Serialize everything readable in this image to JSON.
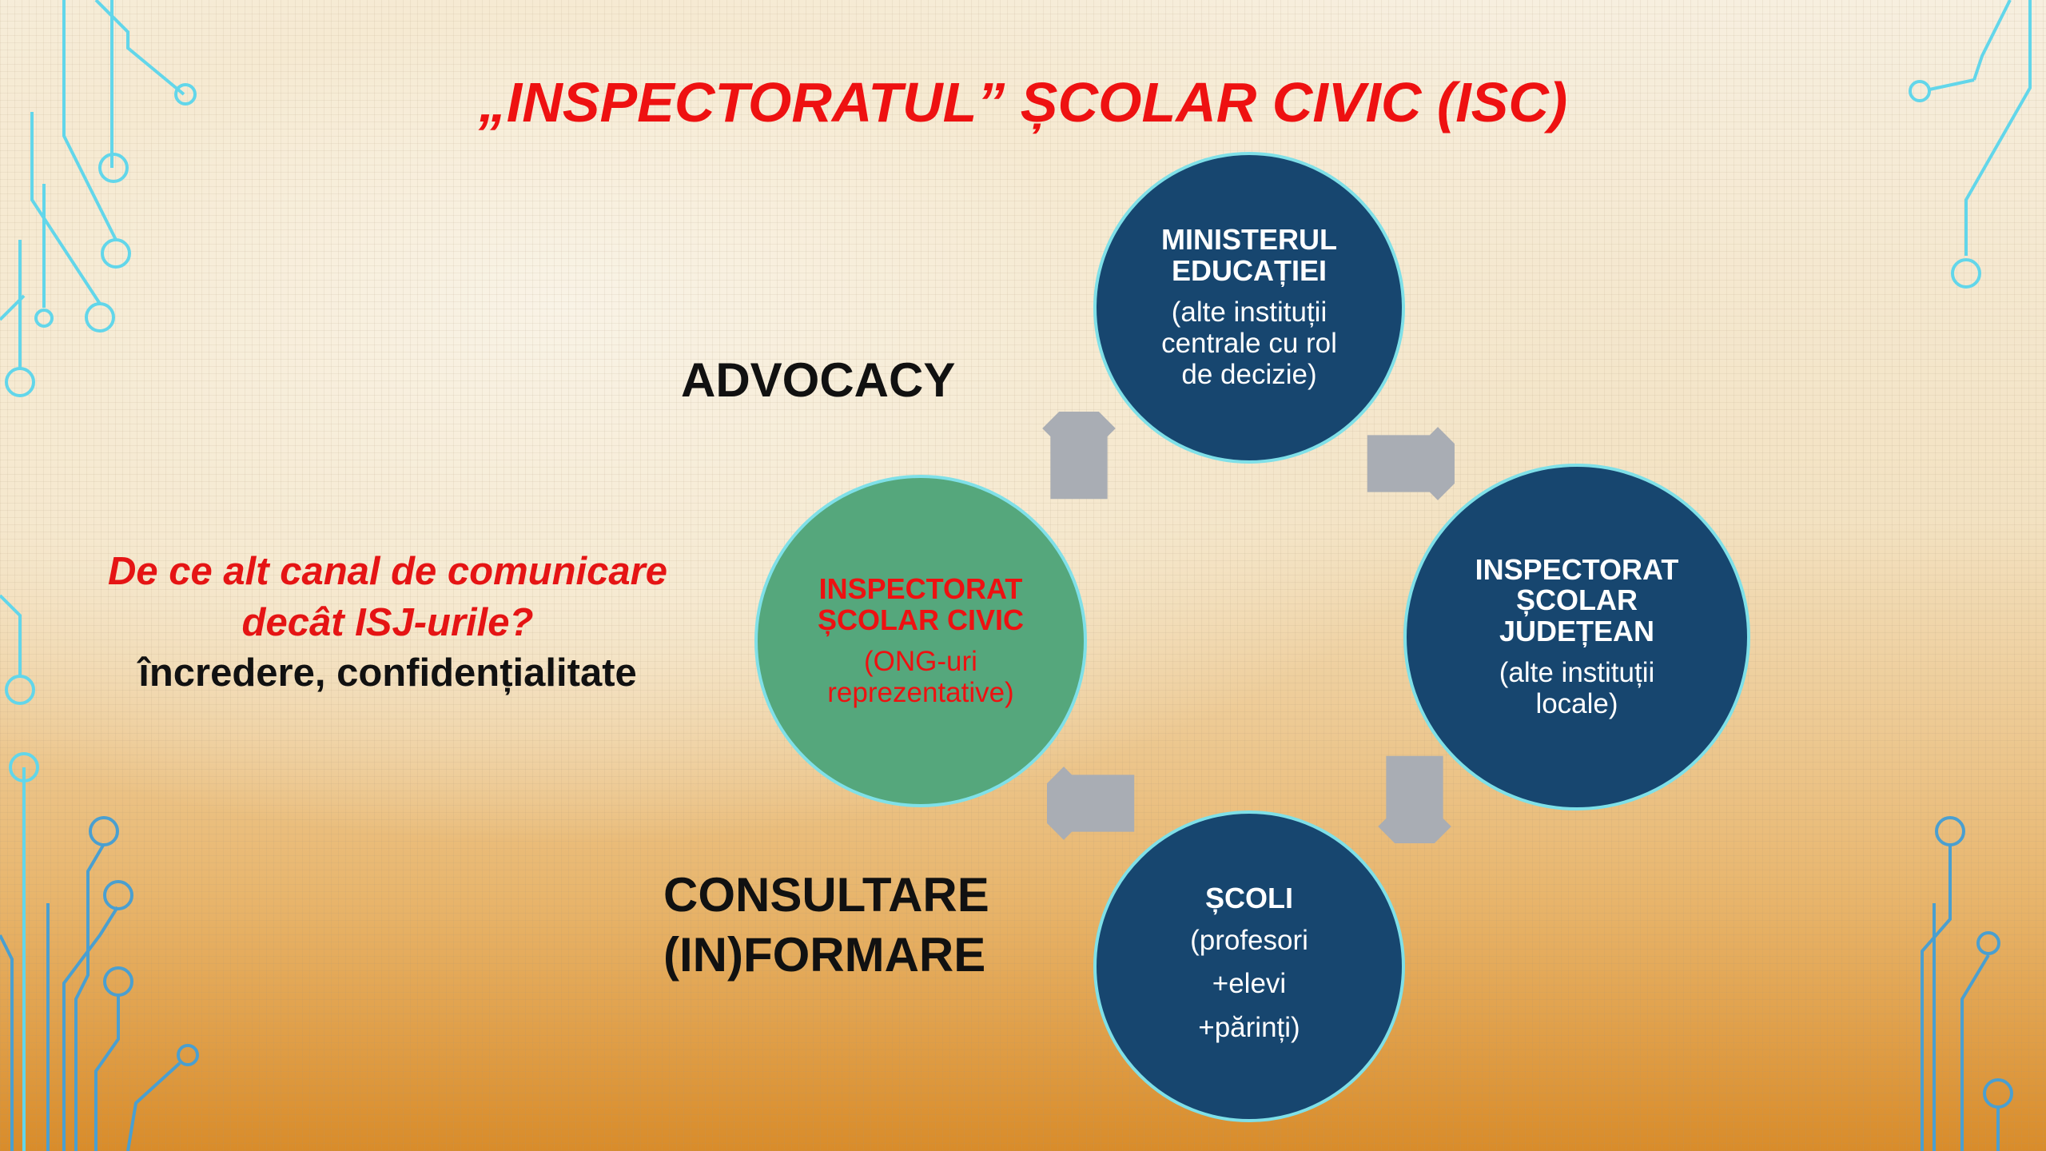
{
  "title": "„INSPECTORATUL” ȘCOLAR CIVIC (ISC)",
  "labels": {
    "advocacy": "ADVOCACY",
    "consultare": "CONSULTARE",
    "informare": "(IN)FORMARE"
  },
  "question": {
    "line1": "De ce alt canal de comunicare",
    "line2": "decât ISJ-urile?",
    "answer": "încredere, confidențialitate"
  },
  "nodes": {
    "ministerul": {
      "title1": "MINISTERUL",
      "title2": "EDUCAȚIEI",
      "sub1": "(alte instituții",
      "sub2": "centrale cu rol",
      "sub3": "de decizie)",
      "color": "#17466f"
    },
    "isj": {
      "title1": "INSPECTORAT",
      "title2": "ȘCOLAR",
      "title3": "JUDEȚEAN",
      "sub1": "(alte instituții",
      "sub2": "locale)",
      "color": "#17466f"
    },
    "scoli": {
      "title1": "ȘCOLI",
      "sub1": "(profesori",
      "sub2": "+elevi",
      "sub3": "+părinți)",
      "color": "#17466f"
    },
    "civic": {
      "title1": "INSPECTORAT",
      "title2": "ȘCOLAR CIVIC",
      "sub1": "(ONG-uri",
      "sub2": "reprezentative)",
      "color": "#55a77c",
      "text_color": "#ee1111"
    }
  },
  "colors": {
    "title": "#ee1111",
    "arrow": "#a9adb4",
    "circuit_cyan": "#62d6ea",
    "circuit_blue": "#4a9fd0"
  }
}
